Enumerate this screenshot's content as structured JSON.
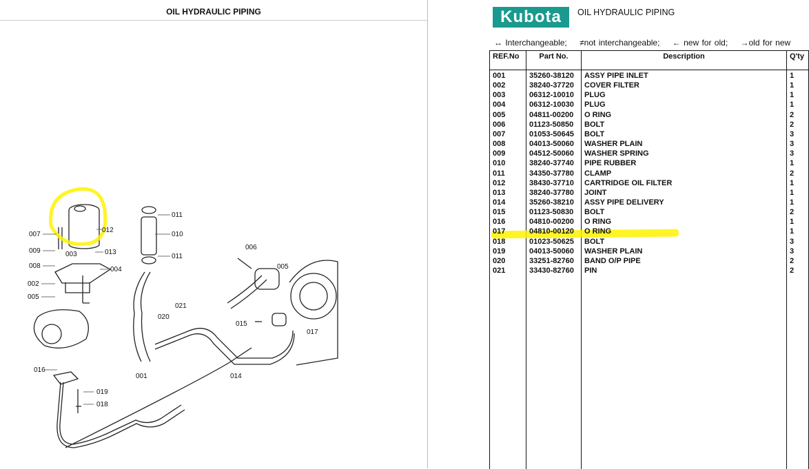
{
  "left_page": {
    "title": "OIL HYDRAULIC PIPING",
    "callouts": [
      "007",
      "012",
      "009",
      "003",
      "013",
      "008",
      "004",
      "002",
      "005",
      "011",
      "010",
      "011",
      "006",
      "005",
      "021",
      "020",
      "015",
      "017",
      "001",
      "014",
      "016",
      "019",
      "018"
    ]
  },
  "right_page": {
    "logo": "Kubota",
    "title": "OIL HYDRAULIC PIPING",
    "legend": [
      "↔ Interchangeable;",
      "≠not interchangeable;",
      "← new for old;",
      "→old for new"
    ],
    "highlight_color": "#fff200",
    "columns": [
      "REF.No",
      "Part No.",
      "Description",
      "Q'ty"
    ],
    "rows": [
      [
        "001",
        "35260-38120",
        "ASSY PIPE INLET",
        "1"
      ],
      [
        "002",
        "38240-37720",
        "COVER FILTER",
        "1"
      ],
      [
        "003",
        "06312-10010",
        "PLUG",
        "1"
      ],
      [
        "004",
        "06312-10030",
        "PLUG",
        "1"
      ],
      [
        "005",
        "04811-00200",
        "O RING",
        "2"
      ],
      [
        "006",
        "01123-50850",
        "BOLT",
        "2"
      ],
      [
        "007",
        "01053-50645",
        "BOLT",
        "3"
      ],
      [
        "008",
        "04013-50060",
        "WASHER PLAIN",
        "3"
      ],
      [
        "009",
        "04512-50060",
        "WASHER SPRING",
        "3"
      ],
      [
        "010",
        "38240-37740",
        "PIPE RUBBER",
        "1"
      ],
      [
        "011",
        "34350-37780",
        "CLAMP",
        "2"
      ],
      [
        "012",
        "38430-37710",
        "CARTRIDGE OIL FILTER",
        "1"
      ],
      [
        "013",
        "38240-37780",
        "JOINT",
        "1"
      ],
      [
        "014",
        "35260-38210",
        "ASSY PIPE DELIVERY",
        "1"
      ],
      [
        "015",
        "01123-50830",
        "BOLT",
        "2"
      ],
      [
        "016",
        "04810-00200",
        "O RING",
        "1"
      ],
      [
        "017",
        "04810-00120",
        "O RING",
        "1"
      ],
      [
        "018",
        "01023-50625",
        "BOLT",
        "3"
      ],
      [
        "019",
        "04013-50060",
        "WASHER PLAIN",
        "3"
      ],
      [
        "020",
        "33251-82760",
        "BAND O/P PIPE",
        "2"
      ],
      [
        "021",
        "33430-82760",
        "PIN",
        "2"
      ]
    ]
  }
}
